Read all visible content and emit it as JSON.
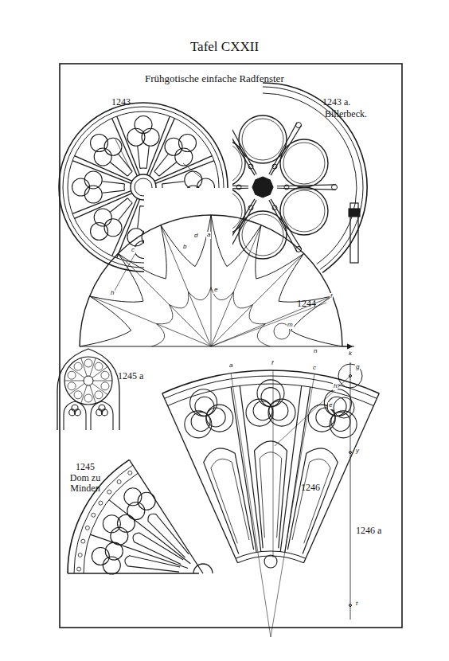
{
  "diagram": {
    "title": "Tafel CXXII",
    "labels": [
      "Frühgotische einfache Radfenster",
      "1243",
      "1243 a.",
      "Billerbeck.",
      "1244",
      "1245 a",
      "1245",
      "Dom zu Minden",
      "1246",
      "1246 a",
      "a",
      "b",
      "c",
      "d",
      "e",
      "f",
      "h",
      "m",
      "n",
      "k",
      "a",
      "f",
      "c",
      "g",
      "h",
      "e",
      "y",
      "t"
    ]
  }
}
